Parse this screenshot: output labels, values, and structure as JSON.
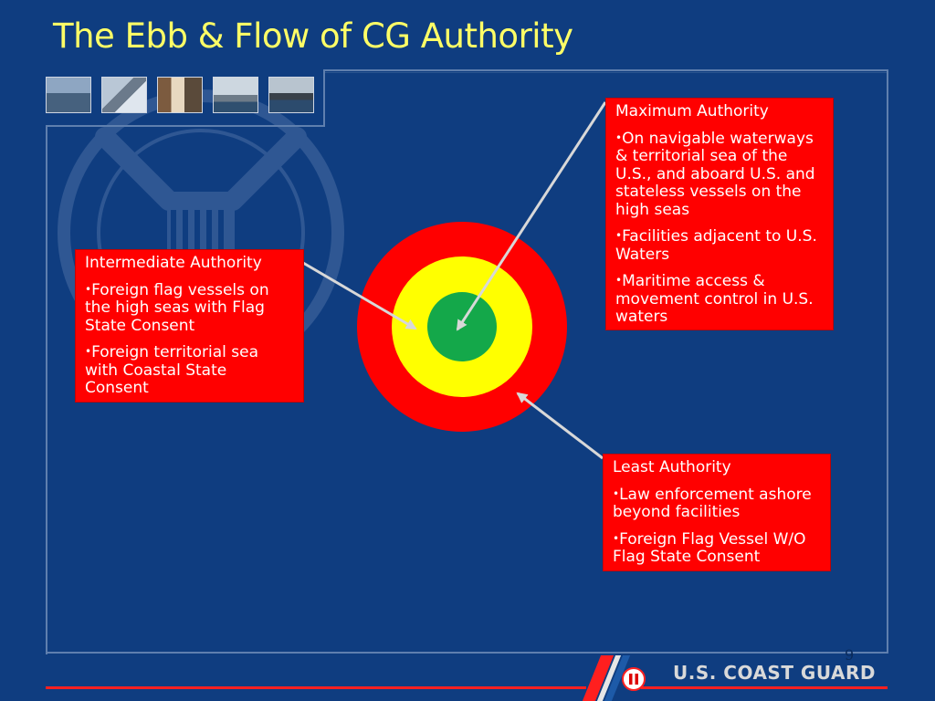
{
  "slide": {
    "title": "The Ebb & Flow of CG Authority",
    "page_number": "9"
  },
  "photos": [
    {
      "icon": "small-boat-photo"
    },
    {
      "icon": "helicopter-photo"
    },
    {
      "icon": "crew-photo"
    },
    {
      "icon": "cutter-photo"
    },
    {
      "icon": "ship-photo"
    }
  ],
  "boxes": {
    "maximum": {
      "heading": "Maximum Authority",
      "items": [
        "On navigable waterways & territorial sea of the U.S., and aboard U.S. and stateless vessels on the high seas",
        "Facilities adjacent to U.S. Waters",
        "Maritime access & movement control in U.S. waters"
      ]
    },
    "intermediate": {
      "heading": "Intermediate Authority",
      "items": [
        "Foreign flag vessels on the high seas with Flag State Consent",
        "Foreign territorial sea with Coastal State Consent"
      ]
    },
    "least": {
      "heading": "Least Authority",
      "items": [
        "Law enforcement ashore beyond facilities",
        "Foreign Flag Vessel W/O Flag State Consent"
      ]
    },
    "bullet": "•"
  },
  "target": {
    "outer_color": "#ff0000",
    "middle_color": "#ffff00",
    "inner_color": "#14a84a"
  },
  "footer": {
    "brand": "U.S. COAST GUARD",
    "accent_color": "#ff2020"
  }
}
